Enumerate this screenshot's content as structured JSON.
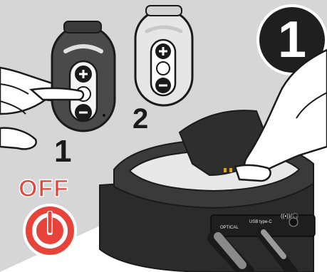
{
  "step_badge": "1",
  "off_label": "OFF",
  "device_steps": [
    {
      "label": "1"
    },
    {
      "label": "2"
    }
  ],
  "ports": {
    "optical": "OPTICAL",
    "usb": "USB type-C",
    "headset": "((•))/🎧"
  },
  "colors": {
    "background_top": "#d4d4d4",
    "background_panel": "#bdbdbd",
    "accent_red": "#e8433a",
    "badge_dark": "#1f1f1f",
    "device_body": "#4a4a4a",
    "base_body": "#2b2b2b"
  }
}
